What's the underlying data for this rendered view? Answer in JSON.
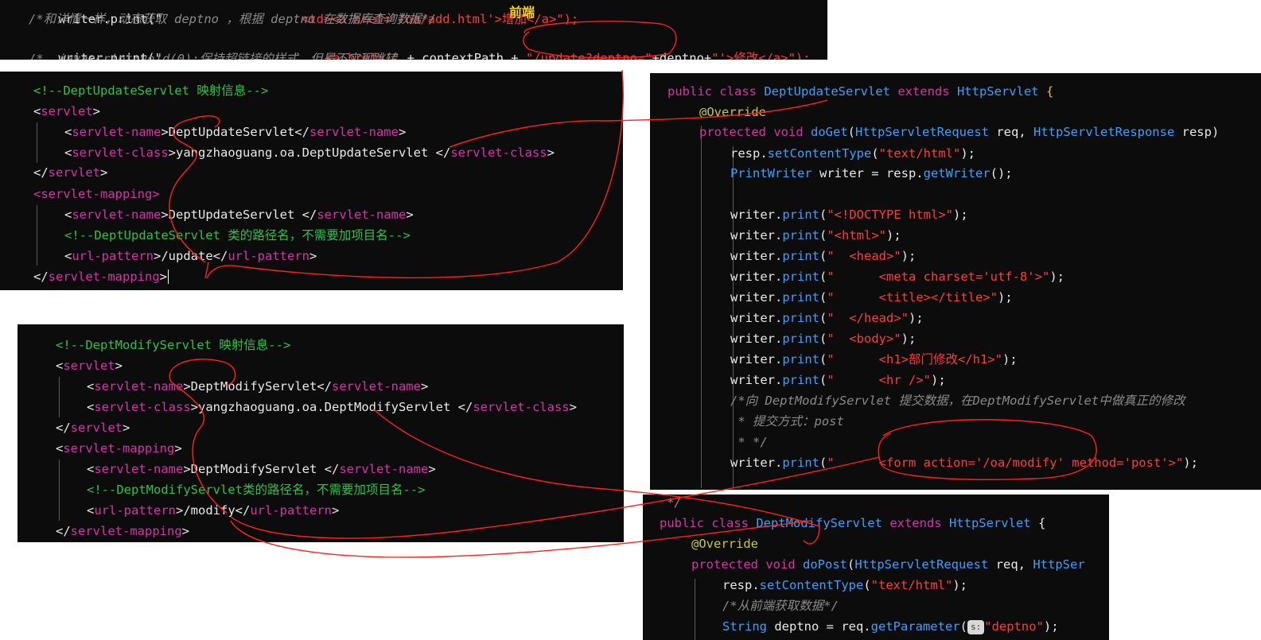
{
  "top": {
    "line0_a": "writer.print(\"",
    "line0_b": "<td><a href='/oa/add.html'>增加</a>\");",
    "line1": "/*和详情一样，动态获取 deptno ，根据 deptno 在数据库查询数据*/",
    "line2_a": "writer.print(\"",
    "line2_b": "<a href='\" ",
    "line2_c": "+ contextPath + ",
    "line2_d": "\"/update?deptno=\"",
    "line2_e": "+deptno+",
    "line2_f": "\"'>修改</a>\");",
    "line3": "/*  javascript:void(0);保持超链接的样式，但是不实现跳转",
    "front_label": "前端"
  },
  "update_mapping": {
    "comment1": "<!--DeptUpdateServlet 映射信息-->",
    "servlet_open": "servlet",
    "servlet_name_tag": "servlet-name",
    "servlet_name_value": "DeptUpdateServlet",
    "servlet_class_tag": "servlet-class",
    "servlet_class_value": "yangzhaoguang.oa.DeptUpdateServlet ",
    "mapping_tag": "servlet-mapping",
    "mapping_name_value": "DeptUpdateServlet ",
    "comment2": "<!--DeptUpdateServlet 类的路径名，不需要加项目名-->",
    "url_tag": "url-pattern",
    "url_value": "/update"
  },
  "modify_mapping": {
    "comment1": "<!--DeptModifyServlet 映射信息-->",
    "servlet_open": "servlet",
    "servlet_name_tag": "servlet-name",
    "servlet_name_value": "DeptModifyServlet",
    "servlet_class_tag": "servlet-class",
    "servlet_class_value": "yangzhaoguang.oa.DeptModifyServlet ",
    "mapping_tag": "servlet-mapping",
    "mapping_name_value": "DeptModifyServlet ",
    "comment2": "<!--DeptModifyServlet类的路径名，不需要加项目名-->",
    "url_tag": "url-pattern",
    "url_value": "/modify"
  },
  "update_class": {
    "public": "public ",
    "class_kw": "class ",
    "class_name": "DeptUpdateServlet ",
    "extends_kw": "extends ",
    "parent": "HttpServlet ",
    "brace": "{",
    "override": "@Override",
    "protected": "protected ",
    "void": "void ",
    "method": "doGet",
    "req_type": "HttpServletRequest ",
    "req": "req, ",
    "resp_type": "HttpServletResponse ",
    "resp": "resp)",
    "l1_a": "resp.",
    "l1_b": "setContentType",
    "l1_c": "\"text/html\"",
    "pw_type": "PrintWriter ",
    "pw_rest": "writer = resp.",
    "pw_fn": "getWriter",
    "writer": "writer.",
    "print": "print",
    "p1": "\"<!DOCTYPE html>\"",
    "p2": "\"<html>\"",
    "p3": "\"  <head>\"",
    "p4": "\"      <meta charset='utf-8'>\"",
    "p5": "\"      <title></title>\"",
    "p6": "\"  </head>\"",
    "p7": "\"  <body>\"",
    "p8": "\"      <h1>部门修改</h1>\"",
    "p9": "\"      <hr />\"",
    "c1": "/*向 DeptModifyServlet 提交数据，在DeptModifyServlet中做真正的修改",
    "c2": " * 提交方式：post",
    "c3": " * */",
    "p10": "\"      <form action='/oa/modify' method='post'>\""
  },
  "modify_class": {
    "top_comment": "*/",
    "public": "public ",
    "class_kw": "class ",
    "class_name": "DeptModifyServlet ",
    "extends_kw": "extends ",
    "parent": "HttpServlet ",
    "brace": "{",
    "override": "@Override",
    "protected": "protected ",
    "void": "void ",
    "method": "doPost",
    "req_type": "HttpServletRequest ",
    "req": "req, ",
    "resp_type": "HttpSer",
    "l1_a": "resp.",
    "l1_b": "setContentType",
    "l1_c": "\"text/html\"",
    "comment": "/*从前端获取数据*/",
    "str_type": "String ",
    "str_rest": "deptno = req.",
    "str_fn": "getParameter",
    "badge": "s:",
    "str_arg": "\"deptno\"",
    "str_end": ");"
  },
  "colors": {
    "panel_bg": "#0c0c0c",
    "tag": "#d633a8",
    "comment": "#2fc24a",
    "class_blue": "#3aa0ff",
    "string_red": "#ff3b3b",
    "annotation_red": "#ff2020",
    "label_yellow": "#ffd21a"
  }
}
